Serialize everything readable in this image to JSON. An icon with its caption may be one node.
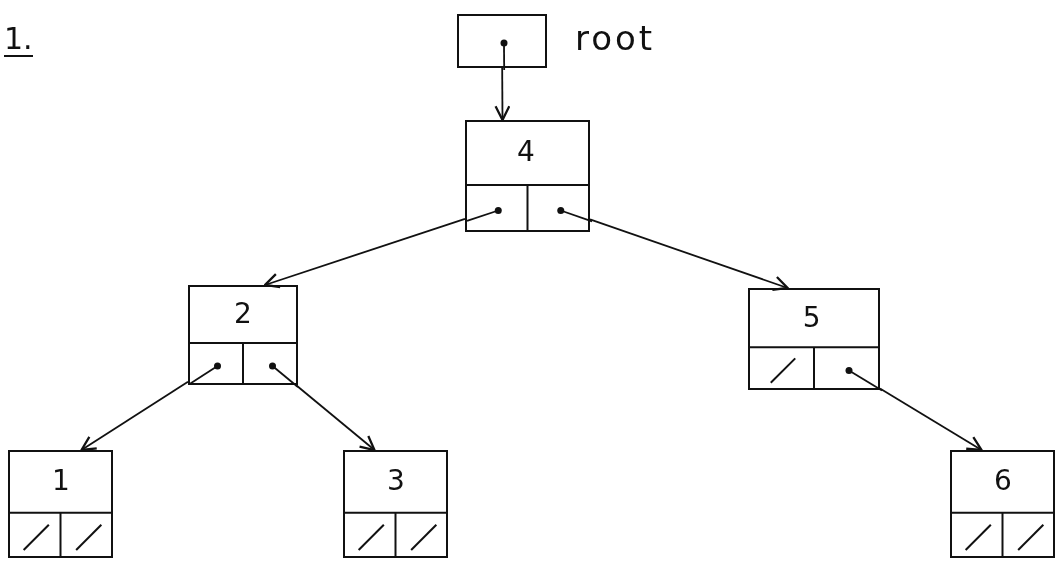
{
  "diagram": {
    "nodes": [
      {
        "text": [],
        "shape": "box",
        "beside": [
          "root"
        ]
      },
      {
        "text": [
          "4"
        ]
      },
      {
        "text": [
          "2"
        ]
      },
      {
        "text": [
          "5"
        ]
      },
      {
        "text": [
          "1"
        ]
      },
      {
        "text": [
          "3"
        ]
      },
      {
        "text": [
          "6"
        ]
      }
    ],
    "edges": [
      {
        "from": 0,
        "to": 1,
        "arrow": "to"
      },
      {
        "from": 1,
        "to": 2,
        "arrow": "to"
      },
      {
        "from": 1,
        "to": 3,
        "arrow": "to"
      },
      {
        "from": 2,
        "to": 4,
        "arrow": "to"
      },
      {
        "from": 2,
        "to": 5,
        "arrow": "to"
      },
      {
        "from": 3,
        "to": 6,
        "arrow": "to"
      }
    ],
    "labels": [
      "1."
    ]
  }
}
